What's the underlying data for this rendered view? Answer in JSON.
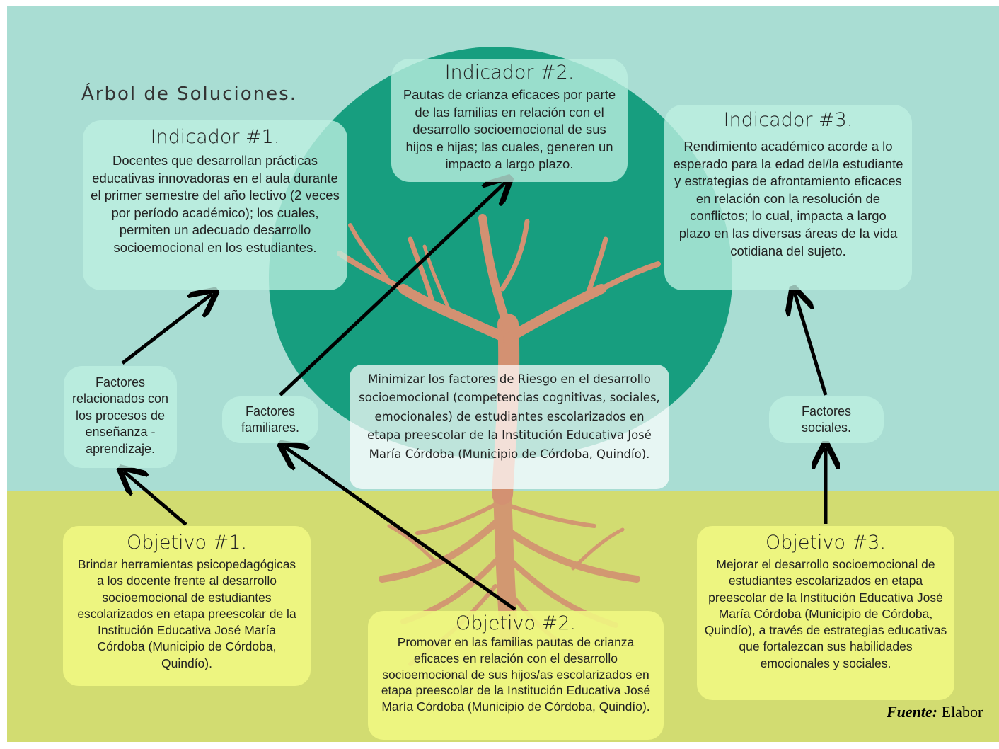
{
  "title": "Árbol de Soluciones.",
  "indicadores": [
    {
      "heading": "Indicador #1.",
      "text": "Docentes que desarrollan prácticas educativas innovadoras en el aula durante el primer semestre del año lectivo (2 veces por período académico); los cuales, permiten un adecuado desarrollo socioemocional en los estudiantes."
    },
    {
      "heading": "Indicador #2.",
      "text": "Pautas de crianza eficaces por parte de las familias en relación con el desarrollo socioemocional de sus hijos e hijas; las cuales, generen un impacto a largo plazo."
    },
    {
      "heading": "Indicador #3.",
      "text": "Rendimiento académico acorde a lo esperado para la edad del/la estudiante y estrategias de afrontamiento eficaces en relación con la resolución de conflictos; lo cual, impacta a largo plazo en las diversas áreas de la vida cotidiana del sujeto."
    }
  ],
  "factores": [
    "Factores relacionados con los procesos de enseñanza - aprendizaje.",
    "Factores familiares.",
    "Factores sociales."
  ],
  "objetivo_general": "Minimizar los factores de Riesgo en el desarrollo socioemocional (competencias cognitivas, sociales, emocionales) de estudiantes escolarizados en etapa preescolar de la Institución Educativa José María Córdoba (Municipio de Córdoba, Quindío).",
  "objetivos": [
    {
      "heading": "Objetivo #1.",
      "text": "Brindar herramientas psicopedagógicas a los docente frente al desarrollo socioemocional de estudiantes escolarizados en etapa preescolar de la Institución Educativa José María Córdoba (Municipio de Córdoba, Quindío)."
    },
    {
      "heading": "Objetivo #2.",
      "text": "Promover en las familias pautas de crianza eficaces en relación con el desarrollo socioemocional de sus hijos/as escolarizados en etapa preescolar de la Institución Educativa José María Córdoba (Municipio de Córdoba, Quindío)."
    },
    {
      "heading": "Objetivo #3.",
      "text": "Mejorar el desarrollo socioemocional de estudiantes escolarizados en etapa preescolar de la Institución Educativa José María Córdoba (Municipio de Córdoba, Quindío), a través de estrategias educativas que fortalezcan sus habilidades emocionales y sociales."
    }
  ],
  "fuente": {
    "label": "Fuente:",
    "text": " Elabor"
  },
  "colors": {
    "sky": "#a9ddd3",
    "ground": "#d2dc71",
    "canopy": "#179e7f",
    "trunk": "#d39172",
    "arrow": "#000000"
  }
}
